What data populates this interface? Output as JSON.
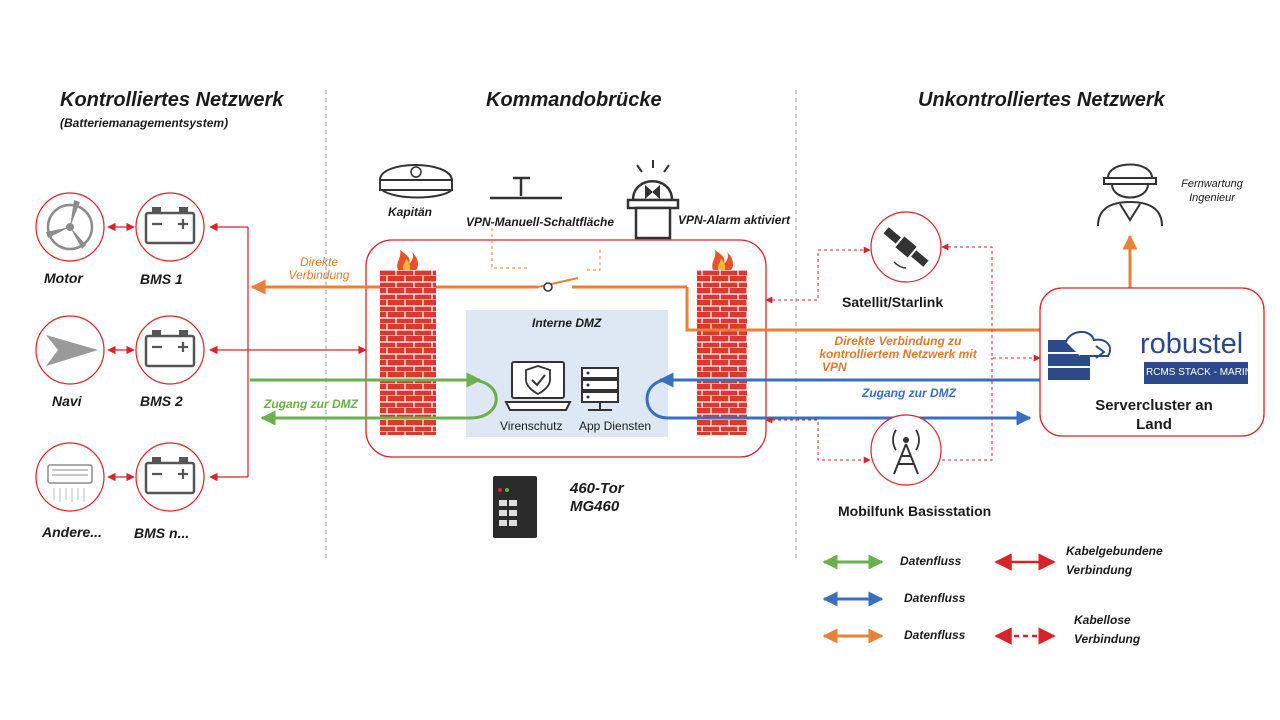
{
  "headers": {
    "controlled": "Kontrolliertes Netzwerk",
    "controlled_sub": "(Batteriemanagementsystem)",
    "bridge": "Kommandobrücke",
    "uncontrolled": "Unkontrolliertes Netzwerk"
  },
  "left_devices": {
    "motor": "Motor",
    "navi": "Navi",
    "andere": "Andere...",
    "bms1": "BMS 1",
    "bms2": "BMS 2",
    "bmsn": "BMS n..."
  },
  "bridge": {
    "kapitaen": "Kapitän",
    "vpn_button": "VPN-Manuell-Schaltfläche",
    "vpn_alarm": "VPN-Alarm aktiviert",
    "direct_line1": "Direkte",
    "direct_line2": "Verbindung",
    "dmz_access": "Zugang zur DMZ",
    "internal_dmz": "Interne DMZ",
    "antivirus": "Virenschutz",
    "app_services": "App Diensten",
    "gateway_line1": "460-Tor",
    "gateway_line2": "MG460"
  },
  "uncontrolled": {
    "satellite": "Satellit/Starlink",
    "mobile": "Mobilfunk Basisstation",
    "direct_vpn_line1": "Direkte Verbindung zu",
    "direct_vpn_line2": "kontrolliertem Netzwerk mit",
    "direct_vpn_line3": "VPN",
    "dmz_access": "Zugang zur DMZ",
    "remote_line1": "Fernwartung",
    "remote_line2": "Ingenieur",
    "server_line1": "Servercluster an",
    "server_line2": "Land",
    "brand": "robustel",
    "brand_badge": "RCMS STACK - MARINE"
  },
  "legend": {
    "green": "Datenfluss",
    "blue": "Datenfluss",
    "orange": "Datenfluss",
    "wired_line1": "Kabelgebundene",
    "wired_line2": "Verbindung",
    "wireless_line1": "Kabellose",
    "wireless_line2": "Verbindung"
  },
  "colors": {
    "red": "#d9232a",
    "orange": "#e8823a",
    "green": "#6ab04c",
    "blue": "#3a6fc0",
    "dmz_fill": "#dde8f4",
    "brick": "#d9392f"
  }
}
